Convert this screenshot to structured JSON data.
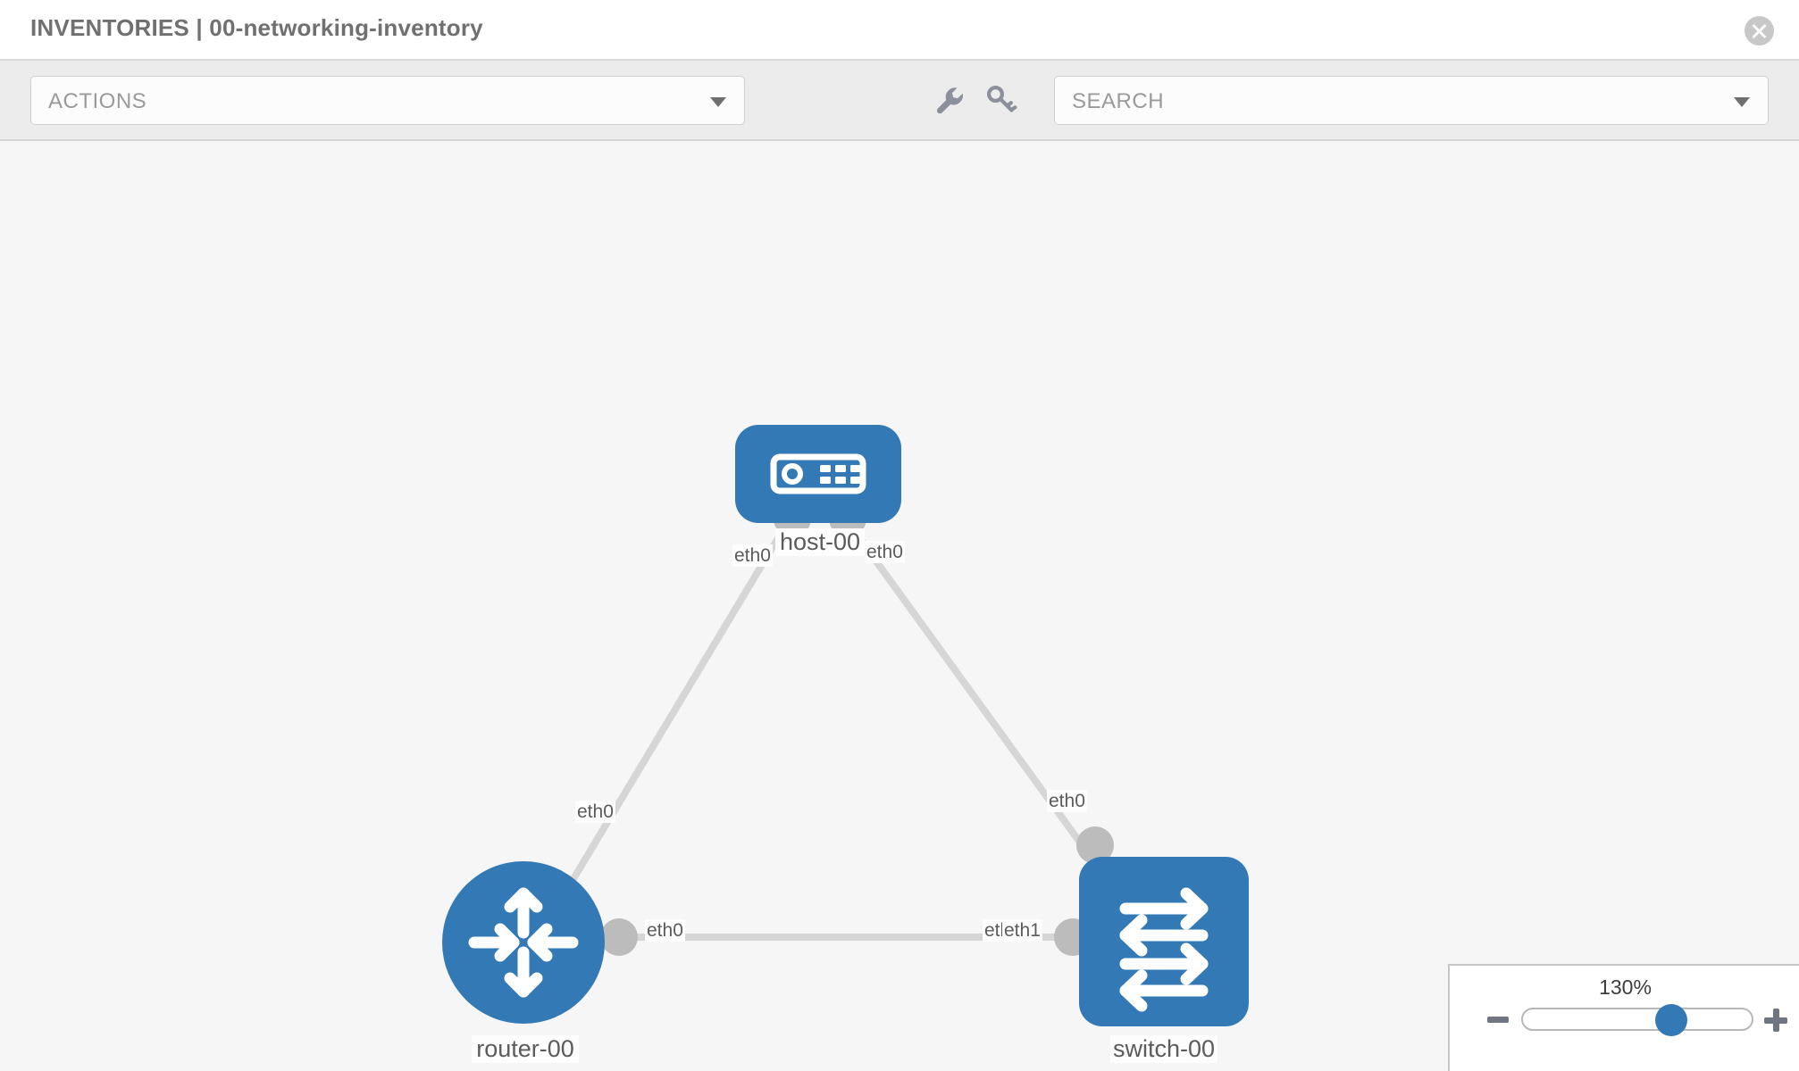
{
  "header": {
    "title": "INVENTORIES | 00-networking-inventory",
    "close_icon": "close-circle-icon"
  },
  "toolbar": {
    "actions_label": "ACTIONS",
    "actions_caret_icon": "chevron-down-icon",
    "wrench_icon": "wrench-icon",
    "key_icon": "key-icon",
    "search_placeholder": "SEARCH",
    "search_value": "",
    "search_caret_icon": "chevron-down-icon"
  },
  "topology": {
    "nodes": [
      {
        "id": "host-00",
        "label": "host-00",
        "type": "host",
        "icon": "server-icon",
        "shape": "rounded-square",
        "color": "#3279b5"
      },
      {
        "id": "router-00",
        "label": "router-00",
        "type": "router",
        "icon": "router-arrows-icon",
        "shape": "circle",
        "color": "#3279b5"
      },
      {
        "id": "switch-00",
        "label": "switch-00",
        "type": "switch",
        "icon": "switch-arrows-icon",
        "shape": "rounded-square",
        "color": "#3279b5"
      }
    ],
    "links": [
      {
        "from": "host-00",
        "from_iface": "eth0",
        "to": "router-00",
        "to_iface": "eth0"
      },
      {
        "from": "host-00",
        "from_iface": "eth0",
        "to": "switch-00",
        "to_iface": "eth0"
      },
      {
        "from": "router-00",
        "from_iface": "eth0",
        "to": "switch-00",
        "to_iface": "eth1"
      }
    ],
    "iface_labels": {
      "host_left": "eth0",
      "host_right": "eth0",
      "router_up": "eth0",
      "switch_up": "eth0",
      "router_right": "eth0",
      "switch_left_a": "eth",
      "switch_left_b": "eth1"
    },
    "edge_color": "#d6d6d6",
    "knob_color": "#bcbcbc"
  },
  "zoom_control": {
    "percent": "130%",
    "minus_label": "minus-icon",
    "plus_label": "plus-icon",
    "slider_position_pct": 66
  }
}
